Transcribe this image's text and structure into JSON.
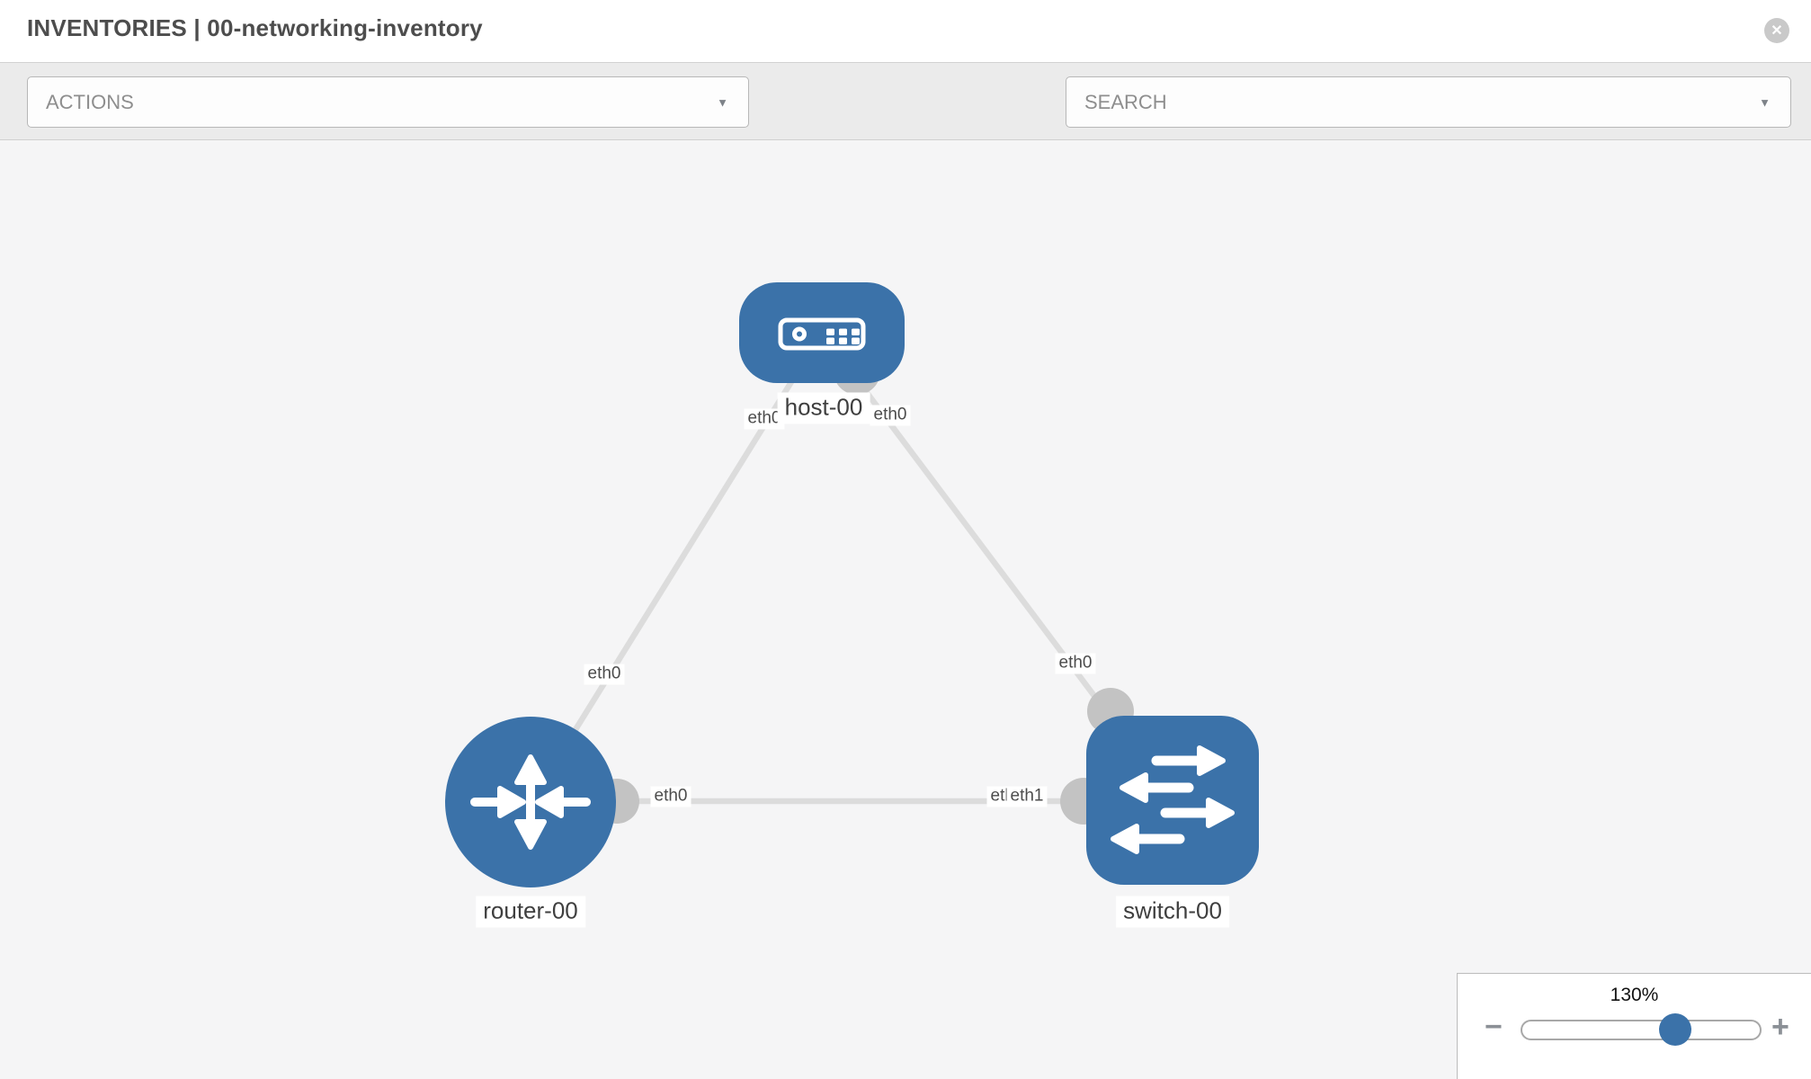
{
  "header": {
    "title": "INVENTORIES | 00-networking-inventory"
  },
  "toolbar": {
    "actions_label": "ACTIONS",
    "search_label": "SEARCH"
  },
  "glyphs": {
    "dropdown_arrow": "▼",
    "close": "✕",
    "minus": "−",
    "plus": "+"
  },
  "colors": {
    "node_blue": "#3b72a9",
    "link_gray": "#dcdcdc",
    "port_gray": "#c3c3c3",
    "canvas_bg": "#f5f5f6",
    "toolbar_bg": "#ebebeb"
  },
  "topology": {
    "nodes": [
      {
        "label": "host-00",
        "type": "host"
      },
      {
        "label": "router-00",
        "type": "router"
      },
      {
        "label": "switch-00",
        "type": "switch"
      }
    ],
    "links": [
      {
        "from": "host-00",
        "to": "router-00",
        "from_interface": "eth0",
        "to_interface": "eth0"
      },
      {
        "from": "host-00",
        "to": "switch-00",
        "from_interface": "eth0",
        "to_interface": "eth0"
      },
      {
        "from": "router-00",
        "to": "switch-00",
        "from_interface": "eth0",
        "to_interface": "eth1"
      }
    ],
    "interface_labels": [
      {
        "text": "eth0"
      },
      {
        "text": "eth0"
      },
      {
        "text": "eth0"
      },
      {
        "text": "eth0"
      },
      {
        "text": "eth0"
      },
      {
        "text": "eth1"
      },
      {
        "text": "eth1"
      }
    ]
  },
  "zoom_control": {
    "level": "130%"
  }
}
